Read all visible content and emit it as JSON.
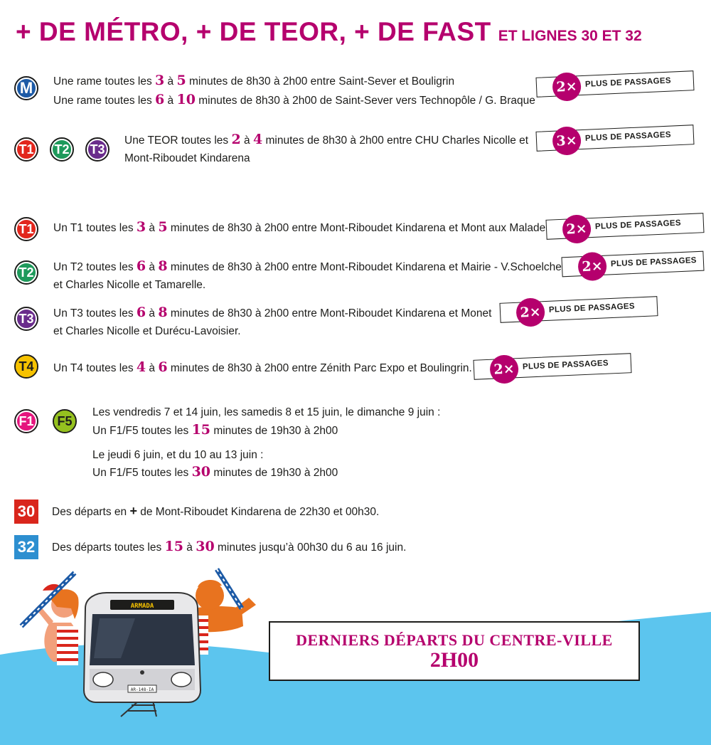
{
  "title": {
    "main": "+ DE MÉTRO, + DE TEOR, + DE FAST",
    "sub": "ET LIGNES 30 ET 32"
  },
  "badges": {
    "metro": "M",
    "t1": "T1",
    "t2": "T2",
    "t3": "T3",
    "t4": "T4",
    "f1": "F1",
    "f5": "F5",
    "l30": "30",
    "l32": "32"
  },
  "stamp_label": "PLUS DE PASSAGES",
  "stamps": {
    "metro": "2×",
    "teor": "3×",
    "t1": "2×",
    "t2": "2×",
    "t3": "2×",
    "t4": "2×"
  },
  "metro": {
    "l1_a": "Une rame toutes les ",
    "l1_n1": "3",
    "l1_b": " à ",
    "l1_n2": "5",
    "l1_c": " minutes de 8h30 à 2h00 entre Saint-Sever et Bouligrin",
    "l2_a": "Une rame toutes les ",
    "l2_n1": "6",
    "l2_b": " à ",
    "l2_n2": "10",
    "l2_c": " minutes de 8h30 à 2h00 de Saint-Sever vers Technopôle / G. Braque"
  },
  "teor": {
    "l1_a": "Une TEOR toutes les ",
    "l1_n1": "2",
    "l1_b": " à ",
    "l1_n2": "4",
    "l1_c": " minutes de 8h30 à 2h00 entre CHU Charles Nicolle et",
    "l2": "Mont-Riboudet Kindarena"
  },
  "t1": {
    "a": "Un T1  toutes les ",
    "n1": "3",
    "b": " à ",
    "n2": "5",
    "c": " minutes de 8h30 à 2h00 entre Mont-Riboudet Kindarena et Mont aux Malades"
  },
  "t2": {
    "a": "Un T2 toutes les ",
    "n1": "6",
    "b": " à ",
    "n2": "8",
    "c": " minutes de 8h30 à 2h00 entre Mont-Riboudet Kindarena et Mairie - V.Schoelcher",
    "l2": "et Charles Nicolle et Tamarelle."
  },
  "t3": {
    "a": "Un T3 toutes les ",
    "n1": "6",
    "b": " à ",
    "n2": "8",
    "c": " minutes de 8h30 à 2h00 entre Mont-Riboudet Kindarena et Monet",
    "l2": "et Charles Nicolle et Durécu-Lavoisier."
  },
  "t4": {
    "a": "Un T4 toutes les ",
    "n1": "4",
    "b": " à ",
    "n2": "6",
    "c": " minutes de 8h30 à 2h00 entre Zénith Parc Expo et Boulingrin."
  },
  "fast": {
    "p1_l1": "Les vendredis 7 et 14 juin, les samedis 8 et 15 juin, le dimanche 9 juin :",
    "p1_l2_a": "Un F1/F5 toutes les ",
    "p1_l2_n": "15",
    "p1_l2_b": " minutes de 19h30 à 2h00",
    "p2_l1": "Le jeudi 6 juin, et du 10 au 13 juin :",
    "p2_l2_a": "Un F1/F5 toutes les ",
    "p2_l2_n": "30",
    "p2_l2_b": " minutes de 19h30 à 2h00"
  },
  "l30": {
    "a": "Des départs en ",
    "plus": "+",
    "b": " de Mont-Riboudet Kindarena de 22h30 et 00h30."
  },
  "l32": {
    "a": "Des départs toutes les ",
    "n1": "15",
    "b": " à ",
    "n2": "30",
    "c": " minutes jusqu’à 00h30 du 6 au 16 juin."
  },
  "bus": {
    "destination": "ARMADA",
    "plate": "AR-148-IA"
  },
  "final": {
    "line1": "DERNIERS DÉPARTS DU CENTRE-VILLE",
    "line2": "2H00"
  },
  "colors": {
    "accent": "#b5006d",
    "metro": "#1c5aa6",
    "t1": "#e2261c",
    "t2": "#1e9a5b",
    "t3": "#6a2c8c",
    "t4": "#f6c200",
    "f1": "#e5157e",
    "f5": "#95c11f",
    "l30": "#d9261c",
    "l32": "#2d8fd0",
    "wave": "#5cc5ee"
  }
}
